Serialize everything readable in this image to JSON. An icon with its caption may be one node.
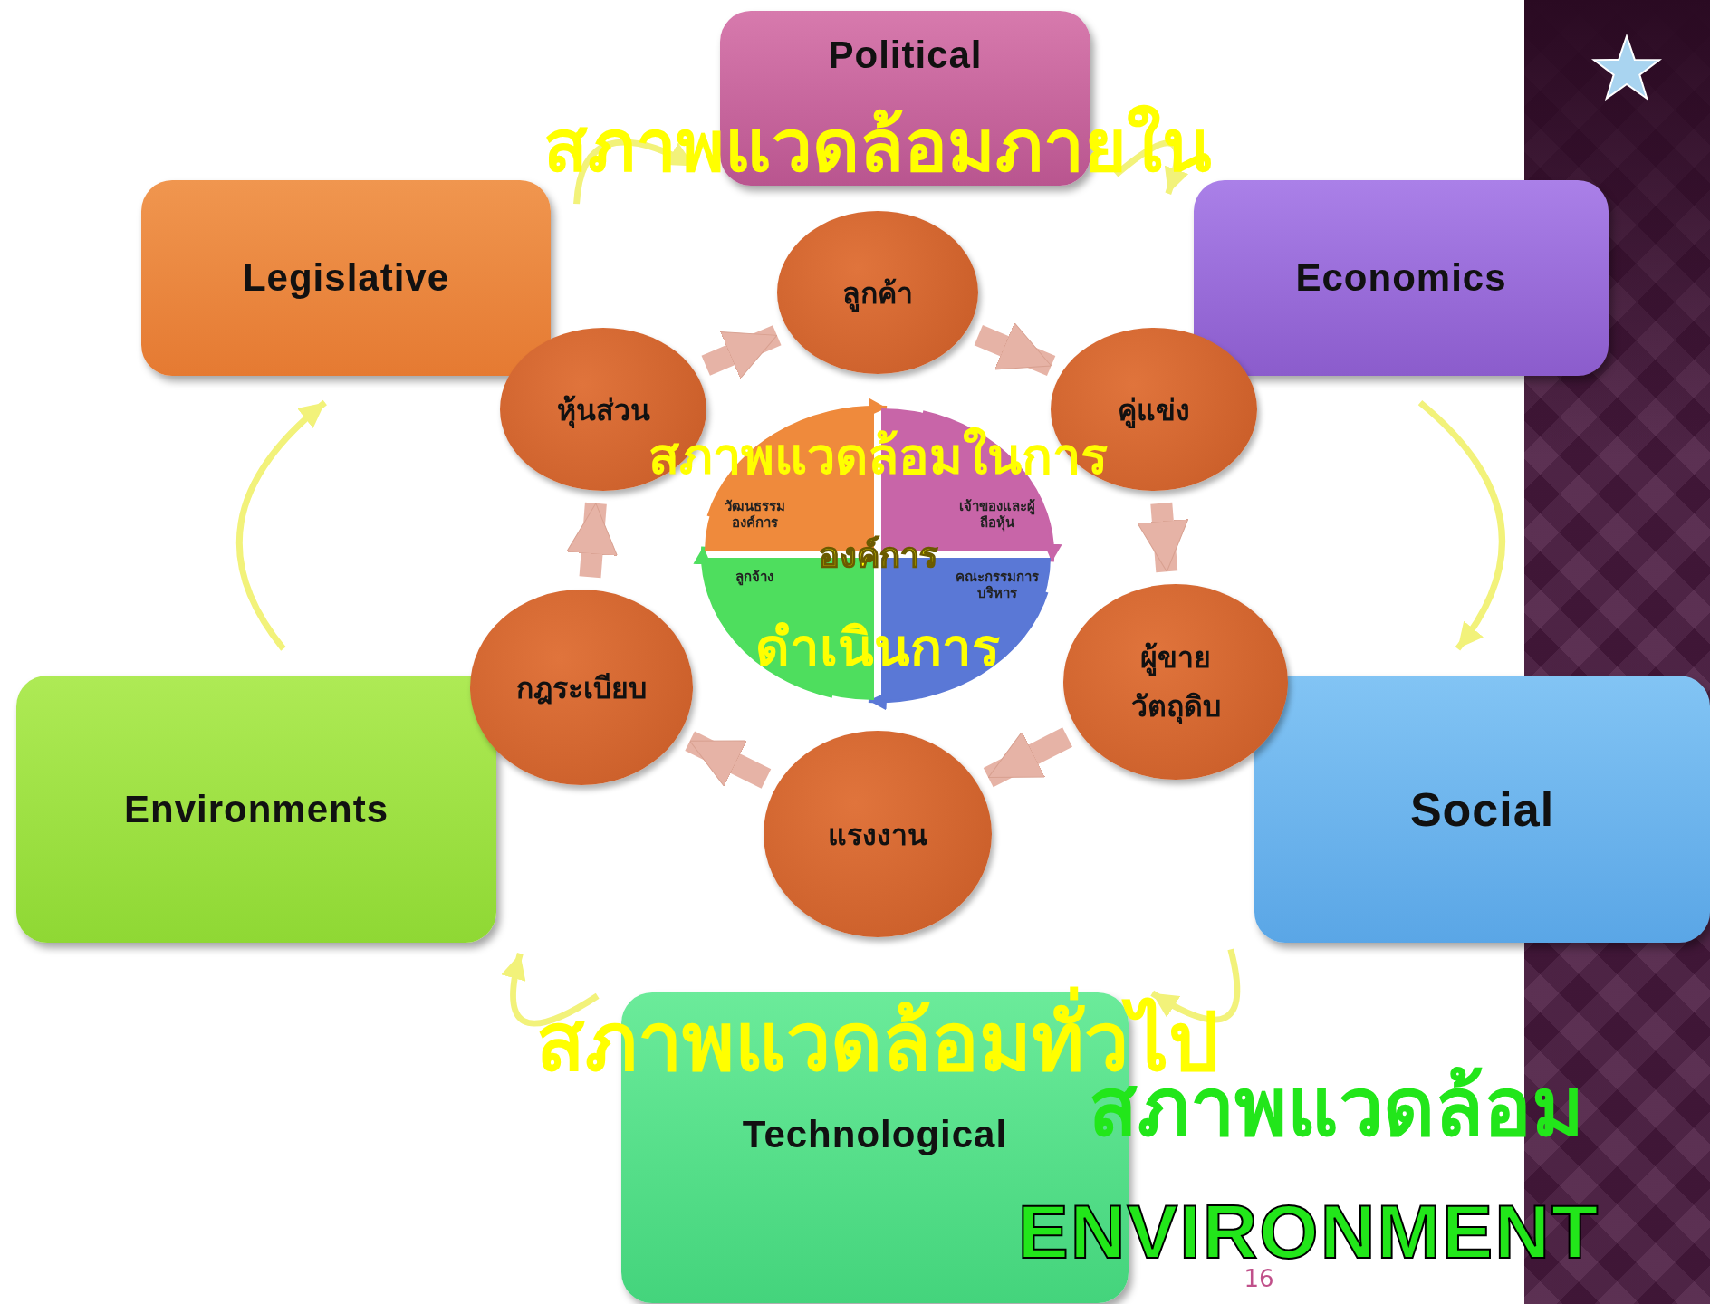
{
  "diagram": {
    "nodes": [
      {
        "text": [
          "Political"
        ]
      },
      {
        "text": [
          "Economics"
        ]
      },
      {
        "text": [
          "Social"
        ]
      },
      {
        "text": [
          "Technological"
        ]
      },
      {
        "text": [
          "Environments"
        ]
      },
      {
        "text": [
          "Legislative"
        ]
      },
      {
        "text": [
          "ลูกค้า"
        ]
      },
      {
        "text": [
          "คู่แข่ง"
        ]
      },
      {
        "text": [
          "ผู้ขายวัตถุดิบ"
        ]
      },
      {
        "text": [
          "แรงงาน"
        ]
      },
      {
        "text": [
          "กฎระเบียบ"
        ]
      },
      {
        "text": [
          "หุ้นส่วน"
        ]
      },
      {
        "text": [
          "วัฒนธรรมองค์การ"
        ]
      },
      {
        "text": [
          "เจ้าของและผู้ถือหุ้น"
        ]
      },
      {
        "text": [
          "คณะกรรมการบริหาร"
        ]
      },
      {
        "text": [
          "ลูกจ้าง"
        ]
      }
    ],
    "edges": [
      {
        "from": 0,
        "to": 1,
        "arrow": "to",
        "color": "#f2f27a"
      },
      {
        "from": 1,
        "to": 2,
        "arrow": "to",
        "color": "#f2f27a"
      },
      {
        "from": 2,
        "to": 3,
        "arrow": "to",
        "color": "#f2f27a"
      },
      {
        "from": 3,
        "to": 4,
        "arrow": "to",
        "color": "#f2f27a"
      },
      {
        "from": 4,
        "to": 5,
        "arrow": "to",
        "color": "#f2f27a"
      },
      {
        "from": 5,
        "to": 0,
        "arrow": "to",
        "color": "#f2f27a"
      },
      {
        "from": 6,
        "to": 7,
        "arrow": "to",
        "style": "thick"
      },
      {
        "from": 7,
        "to": 8,
        "arrow": "to",
        "style": "thick"
      },
      {
        "from": 8,
        "to": 9,
        "arrow": "to",
        "style": "thick"
      },
      {
        "from": 9,
        "to": 10,
        "arrow": "to",
        "style": "thick"
      },
      {
        "from": 10,
        "to": 11,
        "arrow": "to",
        "style": "thick"
      },
      {
        "from": 11,
        "to": 6,
        "arrow": "to",
        "style": "thick"
      },
      {
        "from": 12,
        "to": 13,
        "arrow": "to",
        "color": "#ef8a3c"
      },
      {
        "from": 13,
        "to": 14,
        "arrow": "to",
        "color": "#c865a8"
      },
      {
        "from": 14,
        "to": 15,
        "arrow": "to",
        "color": "#5a78d6"
      },
      {
        "from": 15,
        "to": 12,
        "arrow": "to",
        "color": "#4ede5e"
      }
    ],
    "labels": [
      "สภาพแวดล้อมภายใน",
      "สภาพแวดล้อมในการ",
      "องค์การ",
      "ดำเนินการ",
      "สภาพแวดล้อมทั่วไป",
      "สภาพแวดล้อม",
      "ENVIRONMENT",
      "16"
    ]
  }
}
